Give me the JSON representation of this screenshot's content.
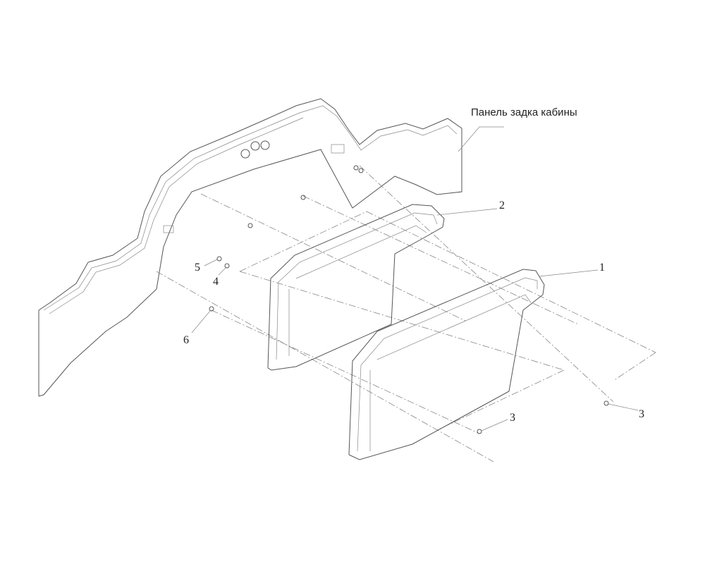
{
  "diagram": {
    "title_label": "Панель задка кабины",
    "callouts": {
      "c1": "1",
      "c2": "2",
      "c3a": "3",
      "c3b": "3",
      "c4": "4",
      "c5": "5",
      "c6": "6"
    }
  }
}
